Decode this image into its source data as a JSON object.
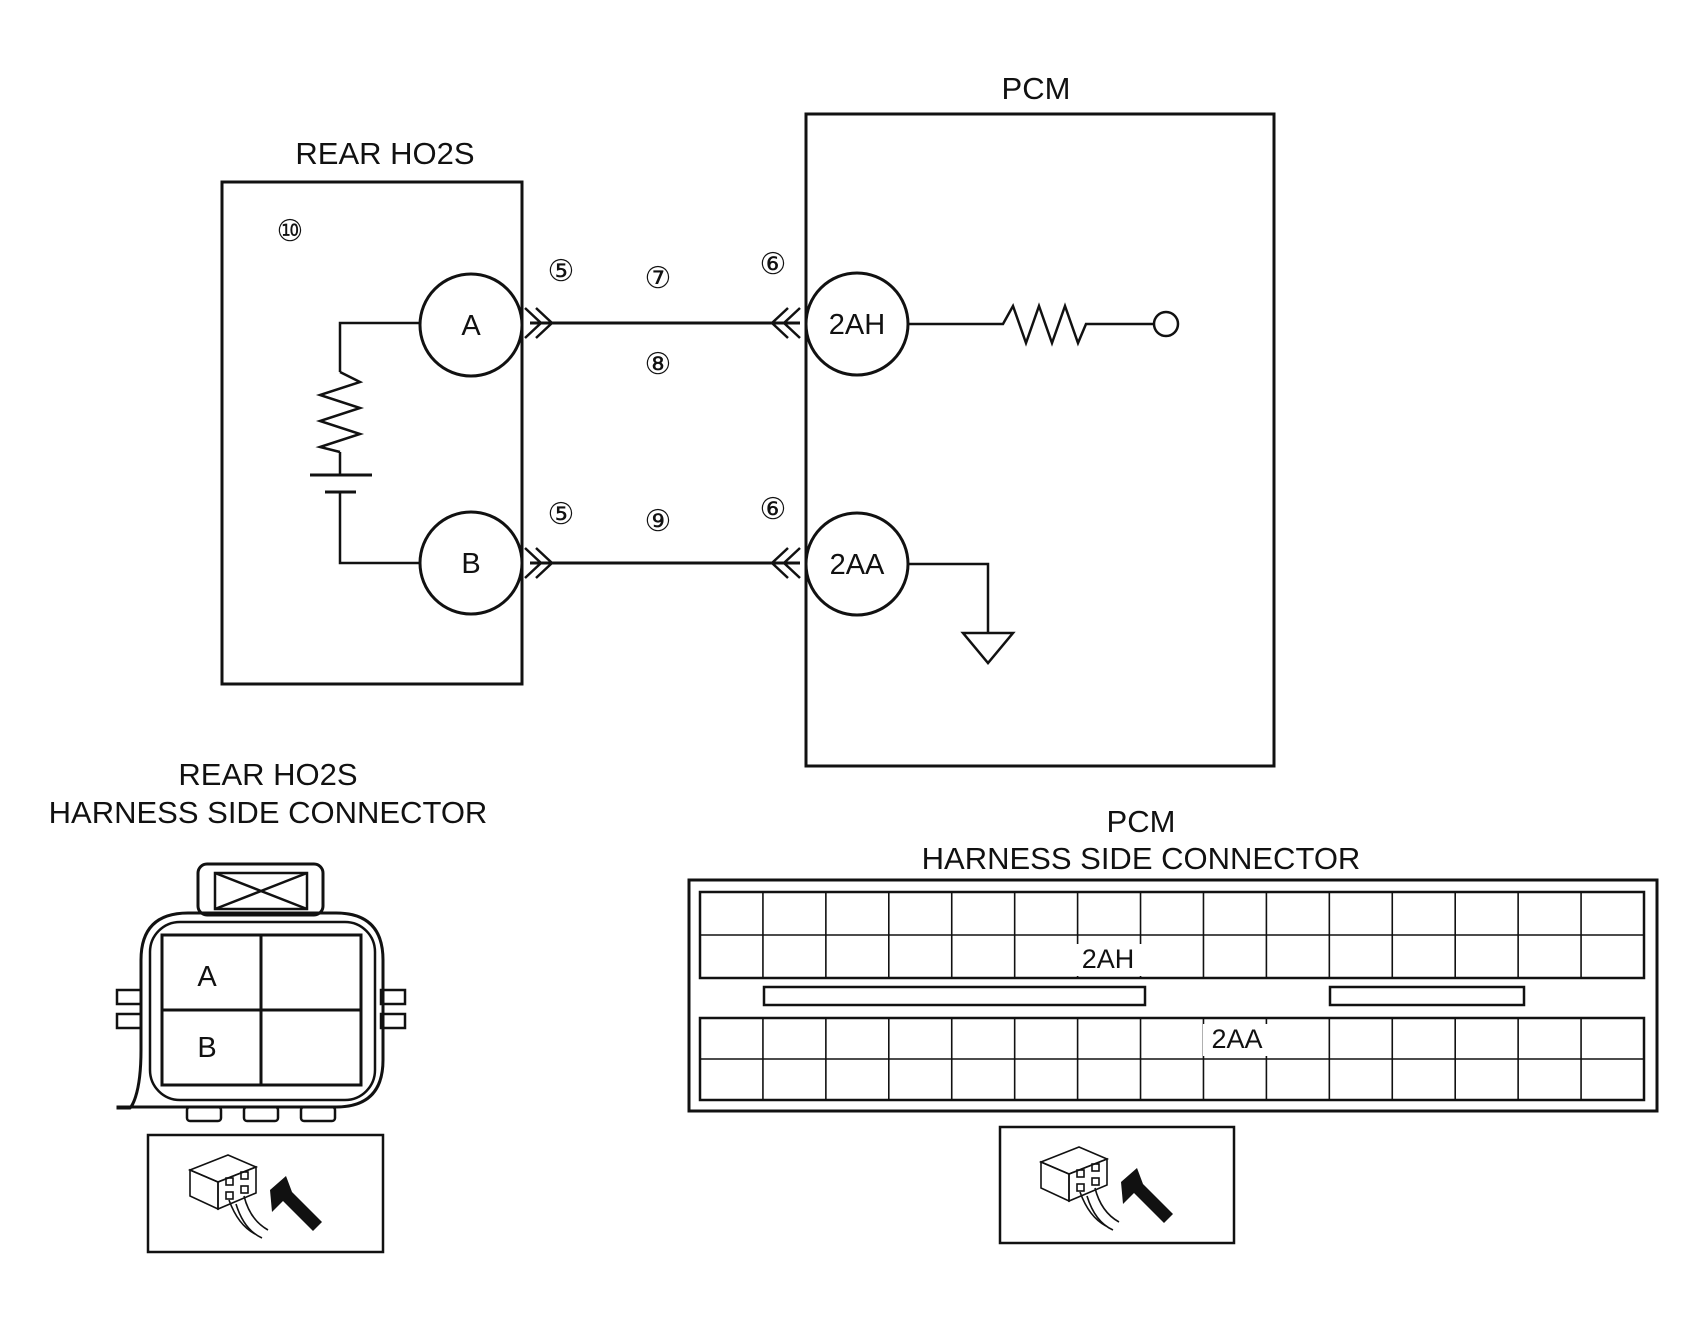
{
  "schematic": {
    "rear_ho2s_title": "REAR HO2S",
    "pcm_title": "PCM",
    "sensor_callout": "⑩",
    "terminal_a": "A",
    "terminal_b": "B",
    "pcm_terminal_top": "2AH",
    "pcm_terminal_bottom": "2AA",
    "callout_5_top": "⑤",
    "callout_7": "⑦",
    "callout_6_top": "⑥",
    "callout_8": "⑧",
    "callout_5_bottom": "⑤",
    "callout_9": "⑨",
    "callout_6_bottom": "⑥"
  },
  "ho2s_connector": {
    "title_line1": "REAR HO2S",
    "title_line2": "HARNESS SIDE CONNECTOR",
    "pin_a": "A",
    "pin_b": "B"
  },
  "pcm_connector": {
    "title_line1": "PCM",
    "title_line2": "HARNESS SIDE CONNECTOR",
    "pin_upper": "2AH",
    "pin_lower": "2AA"
  }
}
